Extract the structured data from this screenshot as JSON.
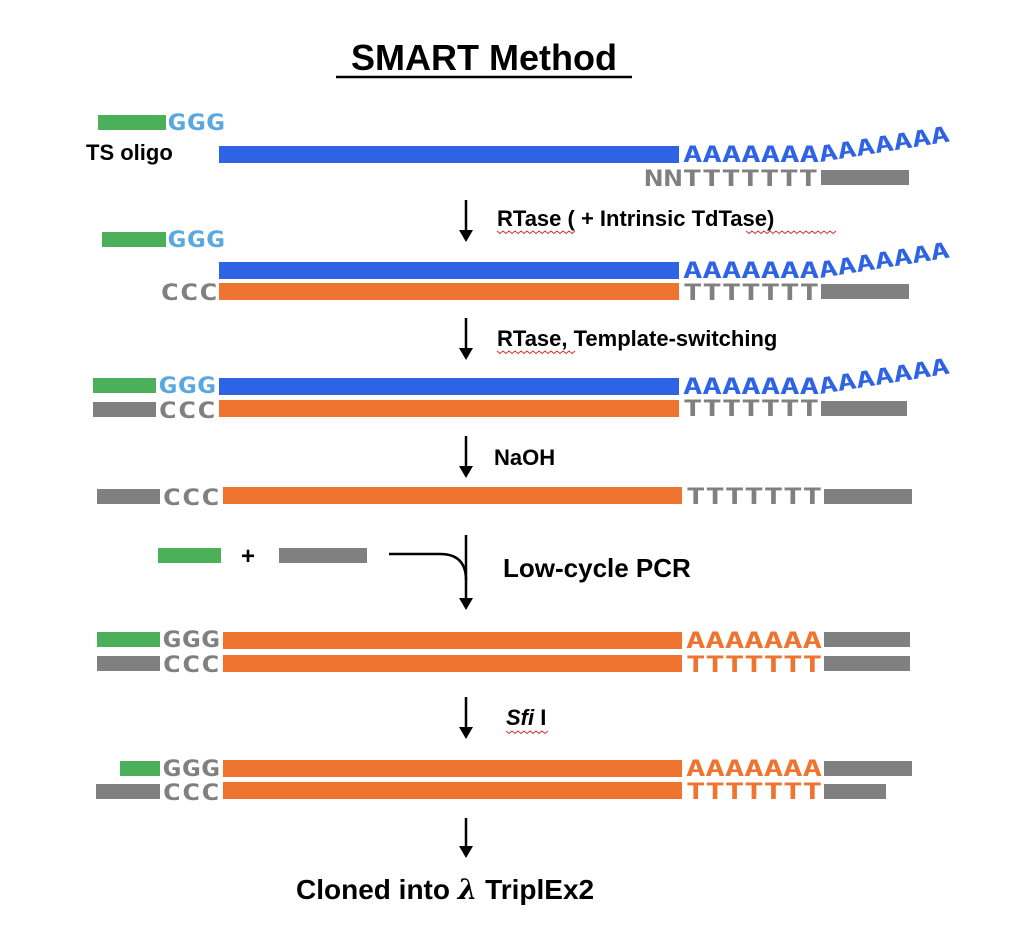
{
  "title": "SMART Method",
  "colors": {
    "blue_strand": "#2e63e6",
    "orange_strand": "#ee7430",
    "green_primer": "#4caf5a",
    "gray_adapter": "#808080",
    "light_blue_ggg": "#5aa8e0",
    "text": "#000000"
  },
  "labels": {
    "ts_oligo": "TS oligo",
    "lambda": "λ"
  },
  "sequences": {
    "ggg": "GGG",
    "ccc": "CCC",
    "a7": "AAAAAAA",
    "a7_tail": "AAAAAAA",
    "nn_t7": "NNTTTTTTT",
    "t7": "TTTTTTT"
  },
  "steps": {
    "s1": {
      "label": "RTase ( + Intrinsic TdTase)"
    },
    "s2": {
      "label": "RTase, Template-switching"
    },
    "s3": {
      "label": "NaOH"
    },
    "s4": {
      "label": "Low-cycle PCR",
      "plus": "+"
    },
    "s5": {
      "label_italic": "Sfi",
      "label_rest": " I"
    },
    "s6": {
      "label_before": "Cloned into ",
      "label_after": " TriplEx2"
    }
  }
}
